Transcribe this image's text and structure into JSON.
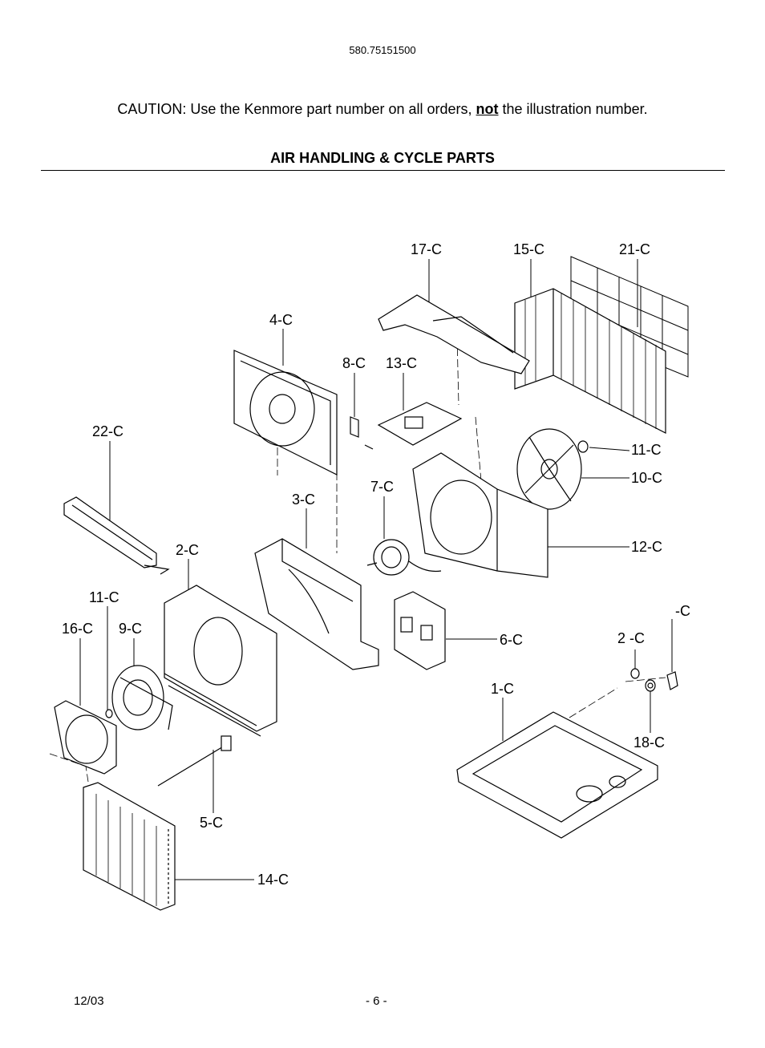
{
  "header": {
    "model_number": "580.75151500"
  },
  "caution": {
    "prefix": "CAUTION: Use the Kenmore part number on all orders, ",
    "emphasis": "not",
    "suffix": " the illustration number."
  },
  "section_title": "AIR HANDLING & CYCLE PARTS",
  "callouts": [
    {
      "id": "17",
      "text": "17-C"
    },
    {
      "id": "15",
      "text": "15-C"
    },
    {
      "id": "21",
      "text": "21-C"
    },
    {
      "id": "4",
      "text": "4-C"
    },
    {
      "id": "8",
      "text": "8-C"
    },
    {
      "id": "13",
      "text": "13-C"
    },
    {
      "id": "22",
      "text": "22-C"
    },
    {
      "id": "11a",
      "text": "11-C"
    },
    {
      "id": "10",
      "text": "10-C"
    },
    {
      "id": "7",
      "text": "7-C"
    },
    {
      "id": "3",
      "text": "3-C"
    },
    {
      "id": "2",
      "text": "2-C"
    },
    {
      "id": "12",
      "text": "12-C"
    },
    {
      "id": "11b",
      "text": "11-C"
    },
    {
      "id": "16",
      "text": "16-C"
    },
    {
      "id": "9",
      "text": "9-C"
    },
    {
      "id": "c",
      "text": "-C"
    },
    {
      "id": "6",
      "text": "6-C"
    },
    {
      "id": "2b",
      "text": "2  -C"
    },
    {
      "id": "1",
      "text": "1-C"
    },
    {
      "id": "18",
      "text": "18-C"
    },
    {
      "id": "5",
      "text": "5-C"
    },
    {
      "id": "14",
      "text": "14-C"
    }
  ],
  "footer": {
    "date": "12/03",
    "page": "- 6 -"
  }
}
